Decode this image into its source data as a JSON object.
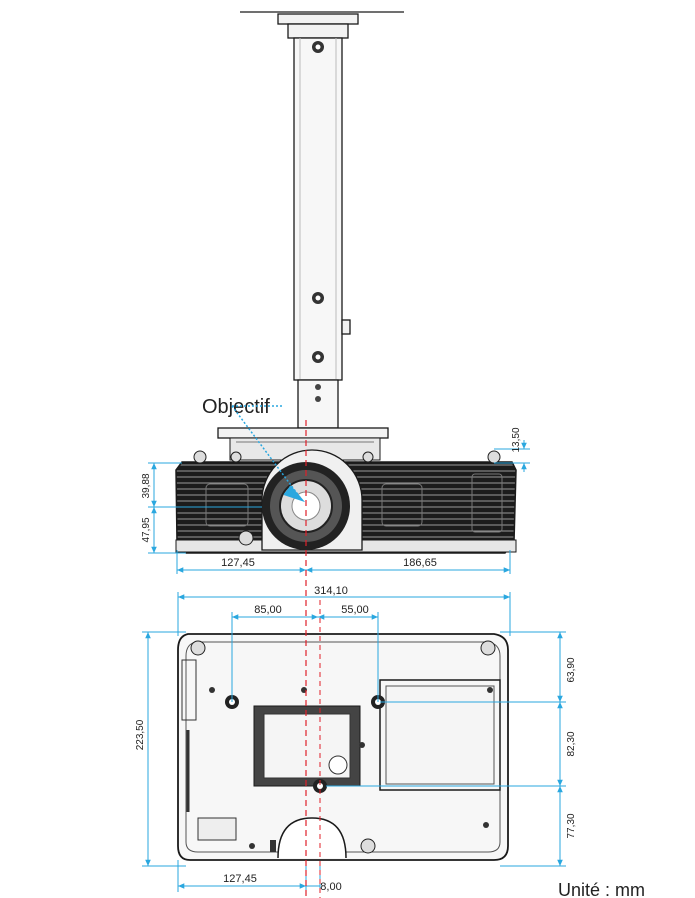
{
  "callout": {
    "label": "Objectif"
  },
  "unit_label": "Unité : mm",
  "front_view": {
    "left_width": "127,45",
    "right_width": "186,65",
    "upper_height": "39,88",
    "lower_height": "47,95",
    "foot_height": "13,50"
  },
  "bottom_view": {
    "total_width": "314,10",
    "left_hole_offset": "85,00",
    "right_hole_offset": "55,00",
    "total_depth": "223,50",
    "top_segment": "63,90",
    "middle_segment": "82,30",
    "bottom_segment": "77,30",
    "bottom_left_width": "127,45",
    "bottom_offset": "8,00"
  },
  "colors": {
    "dimension": "#2aa7df",
    "centerline": "#e0202a",
    "outline": "#1a1a1a"
  }
}
